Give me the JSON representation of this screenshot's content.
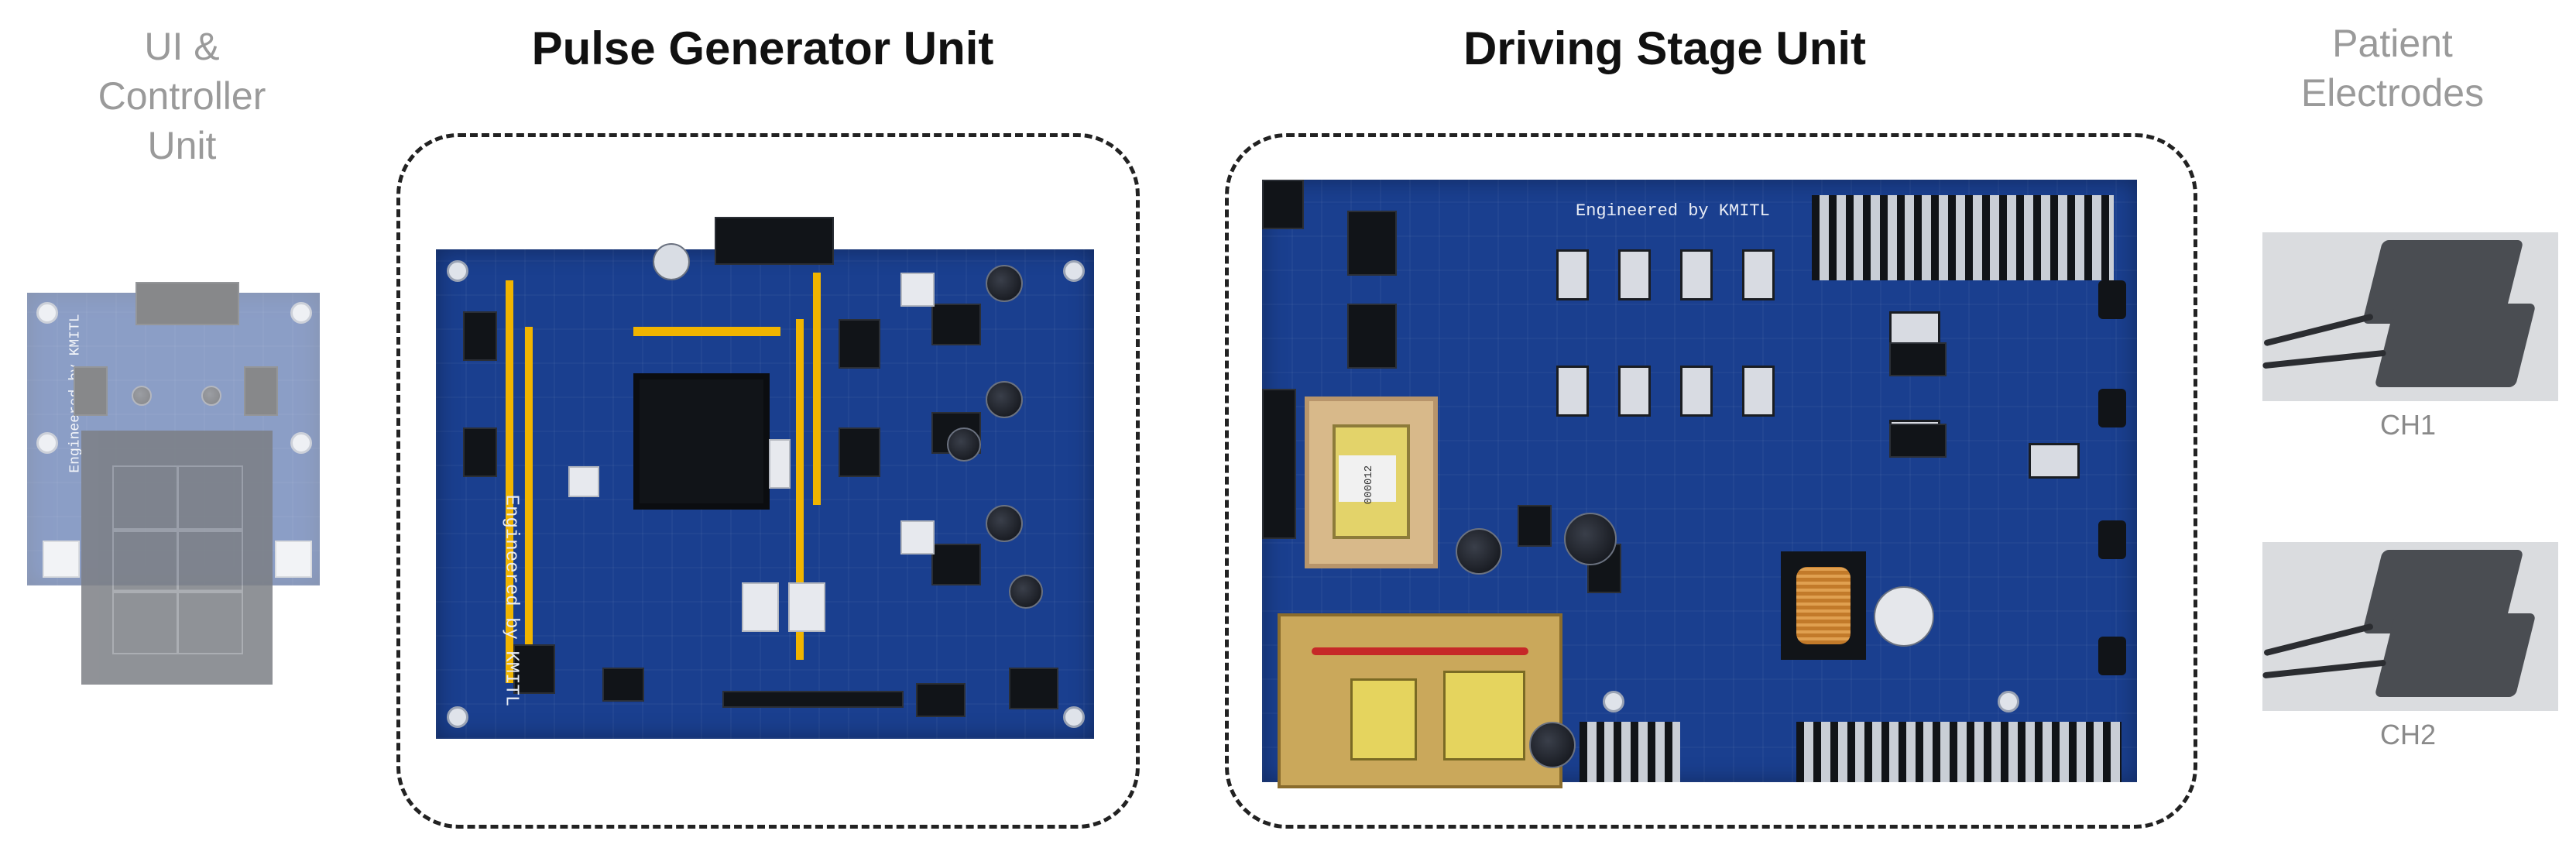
{
  "titles": {
    "ui_controller": [
      "UI &",
      "Controller",
      "Unit"
    ],
    "pulse_generator": "Pulse Generator Unit",
    "driving_stage": "Driving Stage Unit",
    "patient_electrodes": [
      "Patient",
      "Electrodes"
    ]
  },
  "boards": {
    "ui_controller": {
      "silkscreen": "Engineered by KMITL"
    },
    "pulse_generator": {
      "silkscreen": "Engineered by KMITL"
    },
    "driving_stage": {
      "silkscreen": "Engineered by KMITL",
      "transformer_label": "000012"
    }
  },
  "electrodes": {
    "ch1_label": "CH1",
    "ch2_label": "CH2"
  },
  "colors": {
    "pcb_blue": "#1a3f8f",
    "frame_dash": "#222222",
    "side_title_gray": "#9a9a9a",
    "main_title": "#111111",
    "header_yellow": "#f0b400"
  }
}
